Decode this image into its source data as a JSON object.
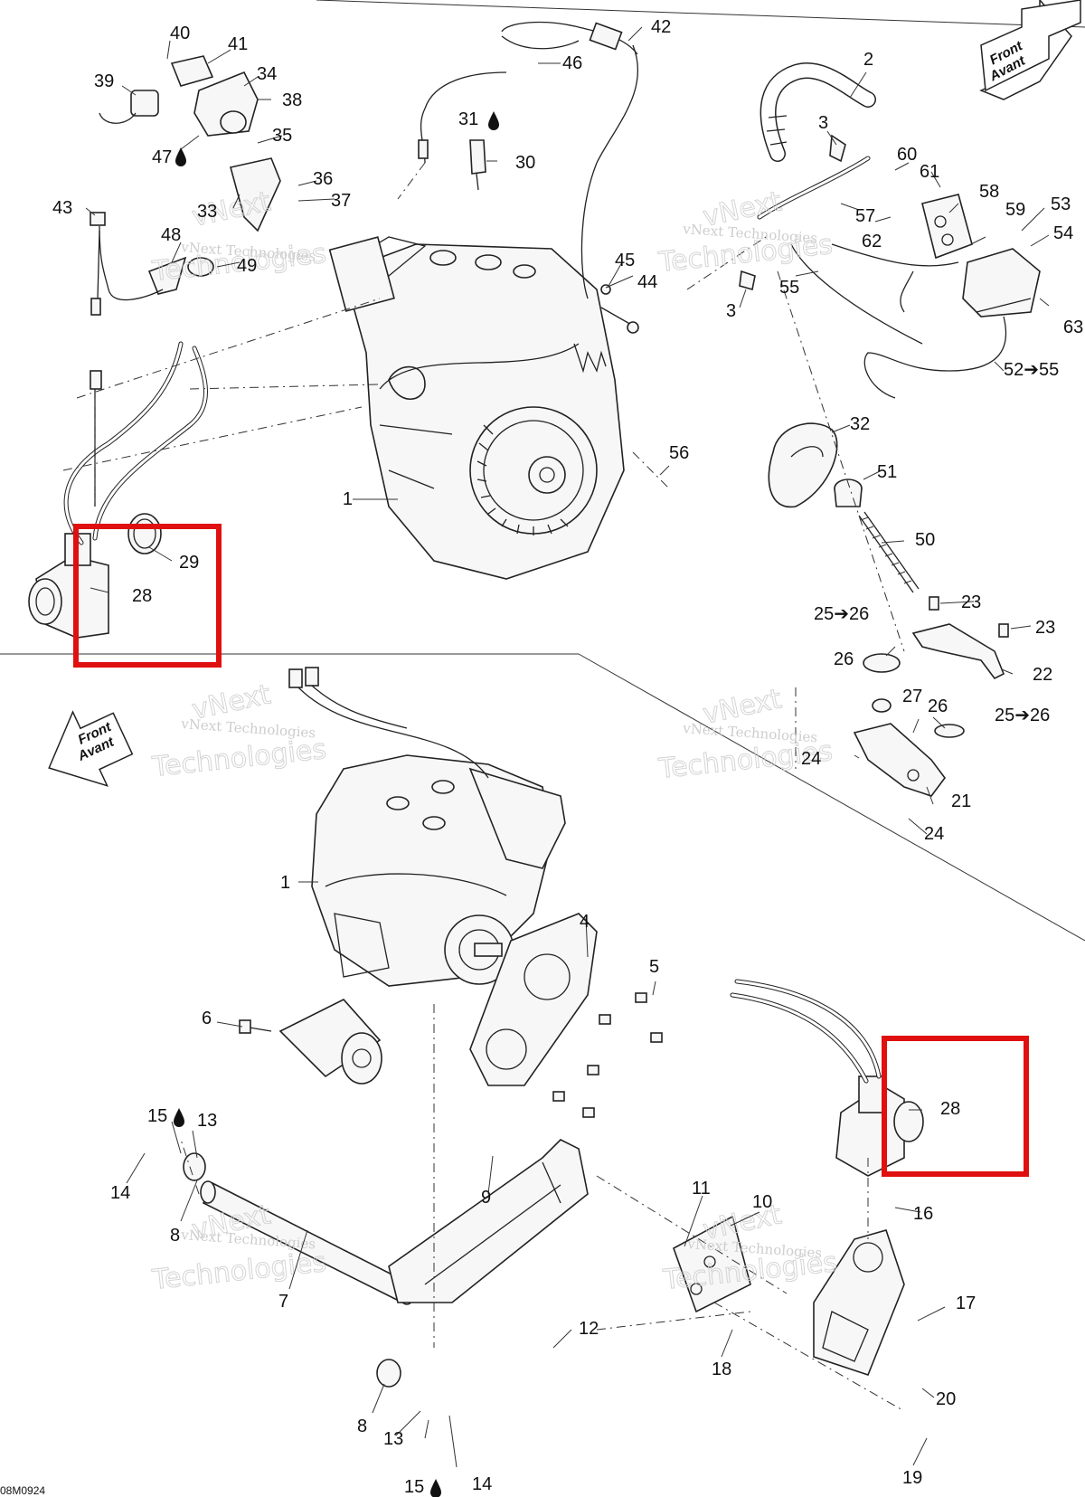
{
  "figure_code": "08M0924",
  "front_label": {
    "line1": "Front",
    "line2": "Avant"
  },
  "watermark": {
    "line1": "vNext",
    "line2": "Technologies",
    "line3": "vNext Technologies"
  },
  "callouts": {
    "c1a": "1",
    "c1b": "1",
    "c2": "2",
    "c3a": "3",
    "c3b": "3",
    "c4": "4",
    "c5": "5",
    "c6": "6",
    "c7": "7",
    "c8a": "8",
    "c8b": "8",
    "c9": "9",
    "c10": "10",
    "c11": "11",
    "c12": "12",
    "c13a": "13",
    "c13b": "13",
    "c14a": "14",
    "c14b": "14",
    "c15a": "15",
    "c15b": "15",
    "c16": "16",
    "c17": "17",
    "c18": "18",
    "c19": "19",
    "c20": "20",
    "c21": "21",
    "c22": "22",
    "c23a": "23",
    "c23b": "23",
    "c24a": "24",
    "c24b": "24",
    "c2526a": "25➔26",
    "c2526b": "25➔26",
    "c26a": "26",
    "c26b": "26",
    "c27": "27",
    "c28a": "28",
    "c28b": "28",
    "c29": "29",
    "c30": "30",
    "c31": "31",
    "c32": "32",
    "c33": "33",
    "c34": "34",
    "c35": "35",
    "c36": "36",
    "c37": "37",
    "c38": "38",
    "c39": "39",
    "c40": "40",
    "c41": "41",
    "c42": "42",
    "c43": "43",
    "c44": "44",
    "c45": "45",
    "c46": "46",
    "c47": "47",
    "c48": "48",
    "c49": "49",
    "c50": "50",
    "c51": "51",
    "c5255": "52➔55",
    "c53": "53",
    "c54": "54",
    "c55": "55",
    "c56": "56",
    "c57": "57",
    "c58": "58",
    "c59": "59",
    "c60": "60",
    "c61": "61",
    "c62": "62",
    "c63": "63"
  },
  "colors": {
    "highlight": "#e01010",
    "ink": "#222222",
    "watermark": "#c8c8c8"
  },
  "icons": [
    "oil-drop-icon",
    "front-arrow-icon"
  ]
}
